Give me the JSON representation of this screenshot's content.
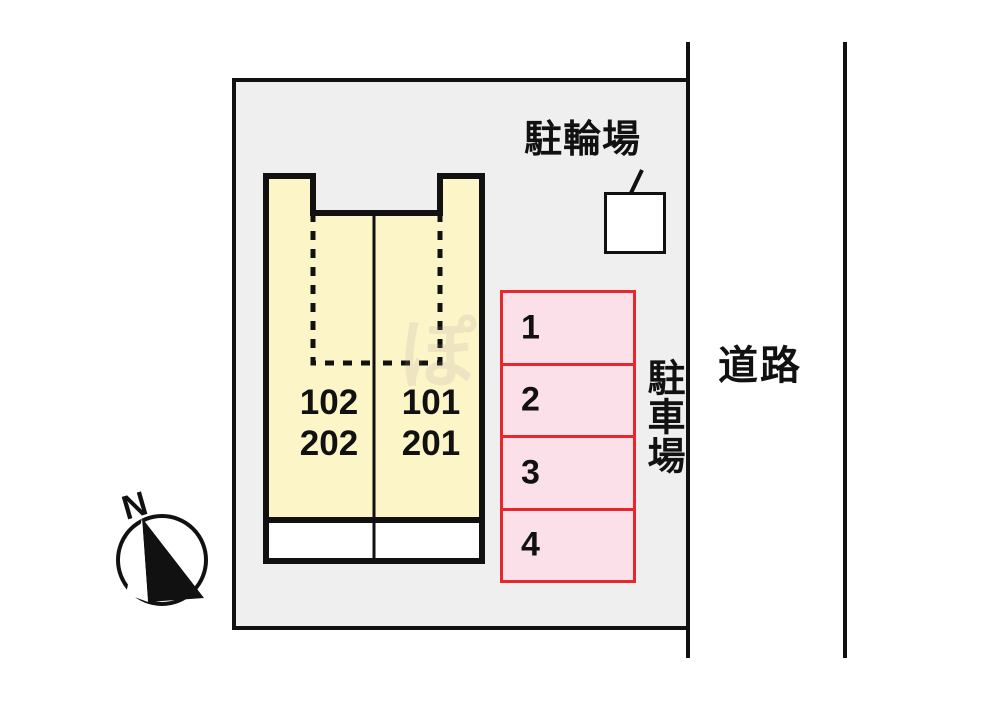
{
  "plan": {
    "road": {
      "label": "道路"
    },
    "bicycle_parking": {
      "label": "駐輪場"
    },
    "parking": {
      "label": "駐車場",
      "spaces": [
        {
          "number": "1"
        },
        {
          "number": "2"
        },
        {
          "number": "3"
        },
        {
          "number": "4"
        }
      ]
    },
    "building": {
      "units": [
        {
          "ground_floor": "102",
          "upper_floor": "202",
          "side": "left"
        },
        {
          "ground_floor": "101",
          "upper_floor": "201",
          "side": "right"
        }
      ],
      "left_unit_text": "102\n202",
      "right_unit_text": "101\n201"
    },
    "compass": {
      "north_label": "N"
    },
    "watermark": {
      "text": "ぽ"
    },
    "colors": {
      "site_fill": "#efefef",
      "building_fill": "#fbf5c8",
      "parking_fill": "#fce0e9",
      "parking_stroke": "#e8272c",
      "outline": "#111111",
      "page_background": "#ffffff"
    }
  }
}
